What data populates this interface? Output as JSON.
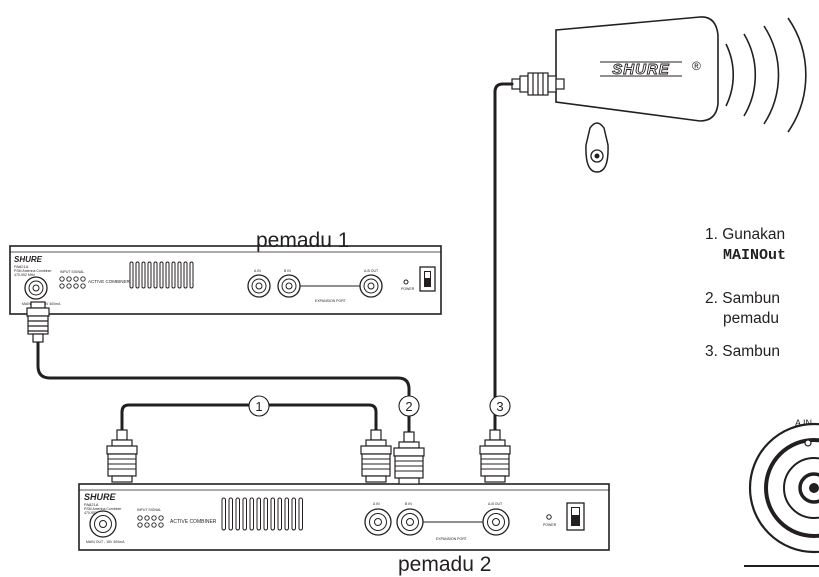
{
  "diagram": {
    "combiner_1_label": "pemadu 1",
    "combiner_2_label": "pemadu 2",
    "antenna_brand": "SHURE",
    "registered_mark": "®",
    "device": {
      "brand": "SHURE",
      "model": "PA821A",
      "subtitle": "PSM Antenna Combiner",
      "rating": "470-952 MHz",
      "input_signal": "INPUT SIGNAL",
      "active_combiner": "ACTIVE COMBINER",
      "main_out": "MAIN OUT - 15V 400mA",
      "port_a": "A IN",
      "port_b": "B IN",
      "port_out": "A-B OUT",
      "expansion_port": "EXPANSION PORT",
      "power": "POWER"
    },
    "callouts": [
      "1",
      "2",
      "3"
    ],
    "steps": [
      {
        "prefix": "1. Gunakan",
        "code": "MAINOut"
      },
      {
        "prefix": "2. Sambun",
        "line2": "pemadu"
      },
      {
        "prefix": "3. Sambun"
      }
    ],
    "jack_label": "A IN"
  }
}
